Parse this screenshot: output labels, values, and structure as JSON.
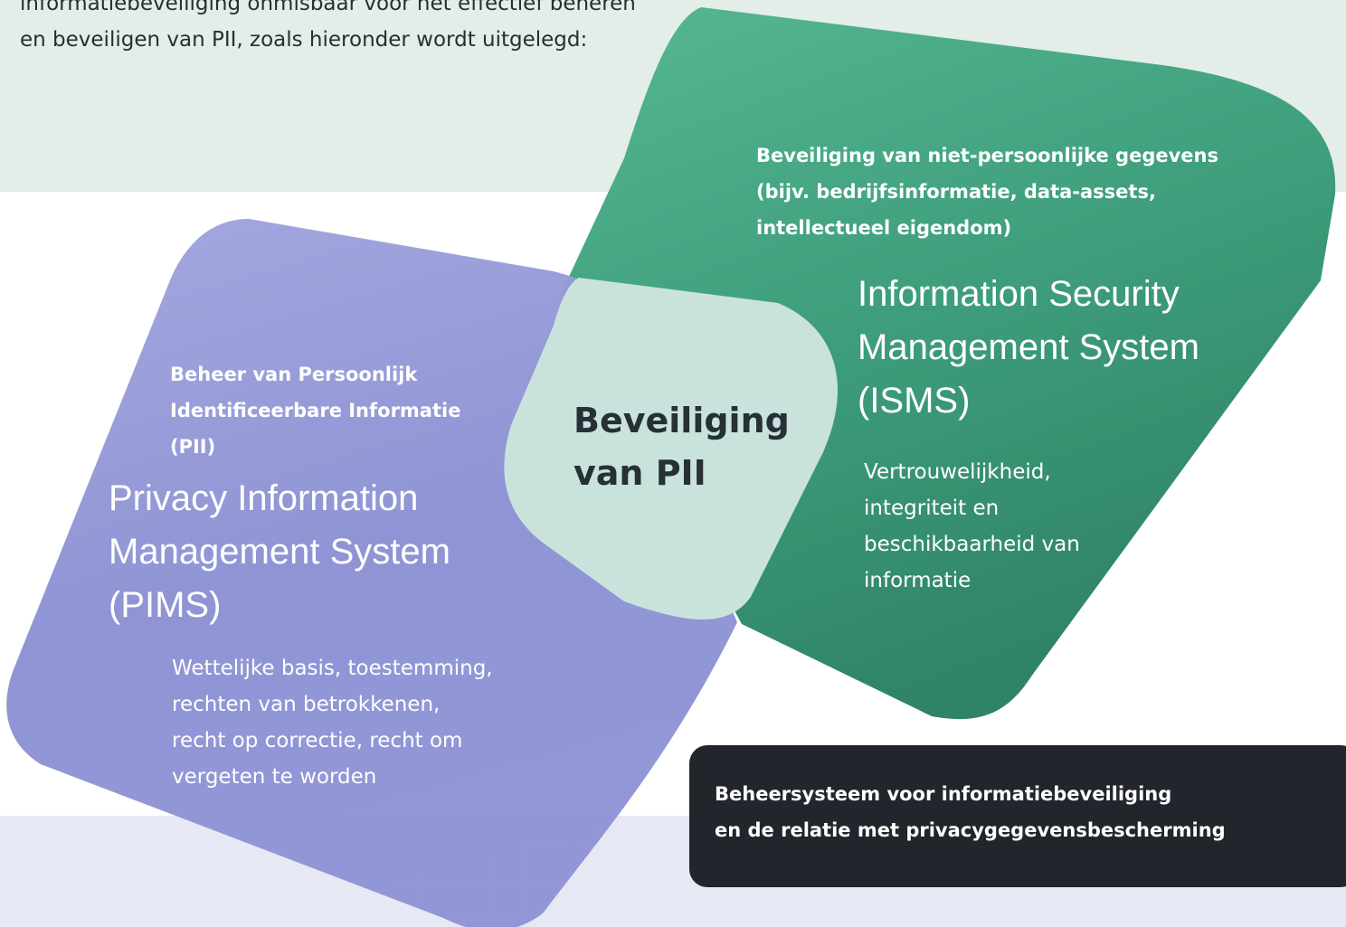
{
  "intro": {
    "line1": "informatiebeveiliging onmisbaar voor het effectief beheren",
    "line2": "en beveiligen van PII, zoals hieronder wordt uitgelegd:"
  },
  "isms": {
    "subtitle_lines": [
      "Beveiliging van niet-persoonlijke gegevens",
      "(bijv. bedrijfsinformatie, data-assets,",
      "intellectueel eigendom)"
    ],
    "title_lines": [
      "Information Security",
      "Management System",
      "(ISMS)"
    ],
    "body_lines": [
      "Vertrouwelijkheid,",
      "integriteit en",
      "beschikbaarheid van",
      "informatie"
    ],
    "color": "#3fa57f"
  },
  "pims": {
    "subtitle_lines": [
      "Beheer van Persoonlijk",
      "Identificeerbare Informatie",
      "(PII)"
    ],
    "title_lines": [
      "Privacy Information",
      "Management System",
      "(PIMS)"
    ],
    "body_lines": [
      "Wettelijke basis, toestemming,",
      "rechten van betrokkenen,",
      "recht op correctie, recht om",
      "vergeten te worden"
    ],
    "color": "#8a8fd4"
  },
  "overlap": {
    "title_lines": [
      "Beveiliging",
      "van PII"
    ],
    "color": "#c9e3dc"
  },
  "caption": {
    "lines": [
      "Beheersysteem voor informatiebeveiliging",
      "en de relatie met privacygegevensbescherming"
    ]
  }
}
